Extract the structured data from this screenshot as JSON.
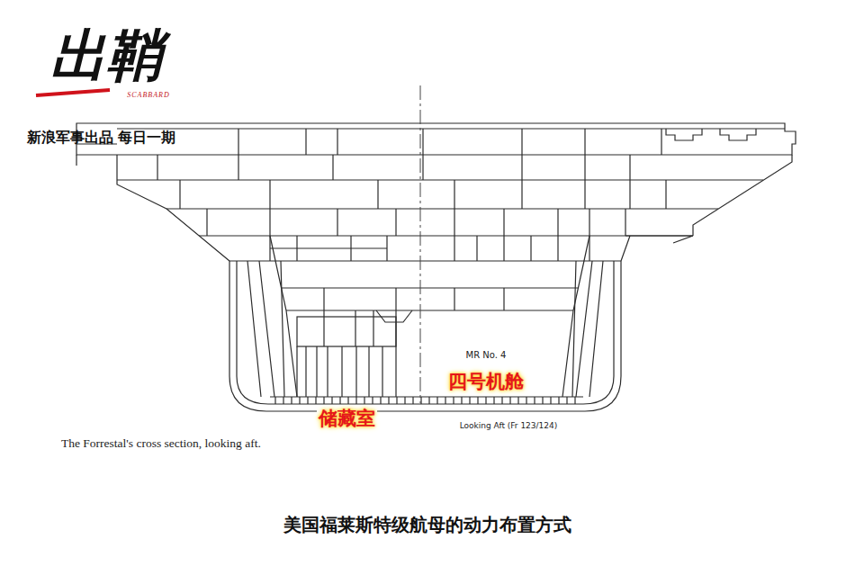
{
  "diagram": {
    "caption": "美国福莱斯特级航母的动力布置方式",
    "nodes": [
      {
        "text": [
          "MR No. 4",
          "四号机舱"
        ]
      }
    ],
    "labels": [
      "出鞘",
      "SCABBARD",
      "新浪军事出品 每日一期",
      "储藏室",
      "Looking Aft (Fr 123/124)",
      "The Forrestal's cross section, looking aft."
    ]
  }
}
